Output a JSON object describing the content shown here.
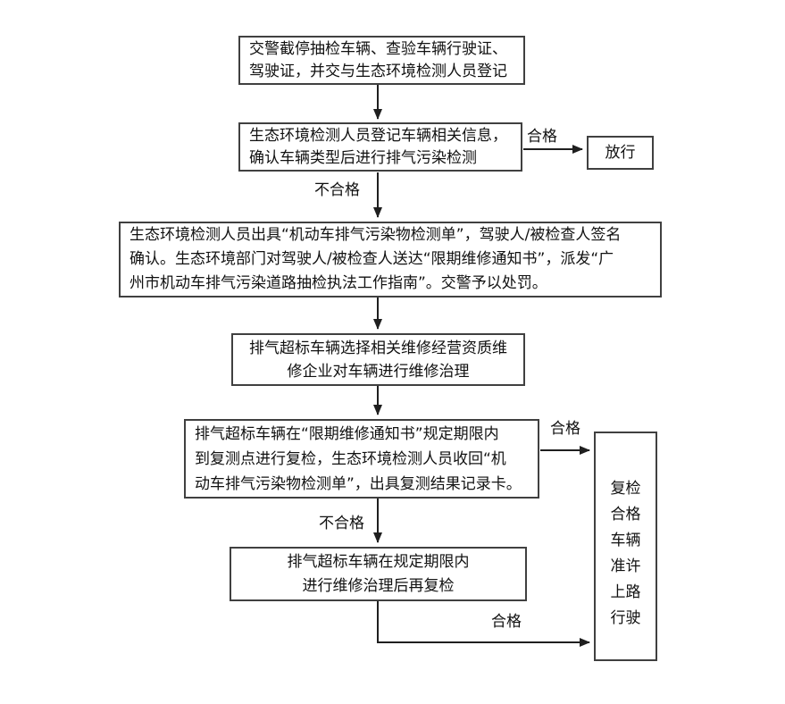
{
  "diagram": {
    "title_hint": "机动车排气污染道路抽检流程图",
    "colors": {
      "background": "#ffffff",
      "box_border": "#404040",
      "line": "#1f1f1f",
      "text": "#111111"
    },
    "nodes": {
      "stop_check": "交警截停抽检车辆、查验车辆行驶证、\n驾驶证，并交与生态环境检测人员登记",
      "register": "生态环境检测人员登记车辆相关信息，\n确认车辆类型后进行排气污染检测",
      "release": "放行",
      "issue_notice": "生态环境检测人员出具“机动车排气污染物检测单”，驾驶人/被检查人签名\n确认。生态环境部门对驾驶人/被检查人送达“限期维修通知书”，派发“广\n州市机动车排气污染道路抽检执法工作指南”。交警予以处罚。",
      "repair_select": "排气超标车辆选择相关维修经营资质维\n修企业对车辆进行维修治理",
      "recheck": "排气超标车辆在“限期维修通知书”规定期限内\n到复测点进行复检，生态环境检测人员收回“机\n动车排气污染物检测单”，出具复测结果记录卡。",
      "repair_again": "排气超标车辆在规定期限内\n进行维修治理后再复检",
      "allowed_lines": [
        "复检",
        "合格",
        "车辆",
        "准许",
        "上路",
        "行驶"
      ]
    },
    "labels": {
      "pass_top": "合格",
      "fail_top": "不合格",
      "pass_mid": "合格",
      "fail_mid": "不合格",
      "pass_bottom": "合格"
    }
  }
}
